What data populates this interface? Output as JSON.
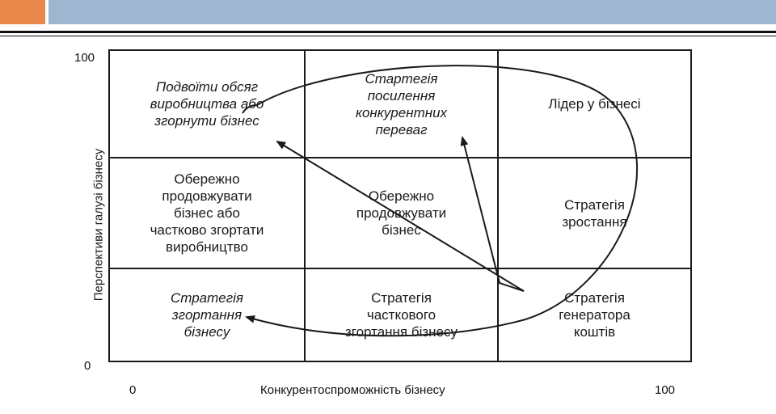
{
  "axes": {
    "y_title": "Перспективи галузі бізнесу",
    "x_title": "Конкурентоспроможність бізнесу",
    "y_max_label": "100",
    "y_min_label": "0",
    "x_min_label": "0",
    "x_max_label": "100"
  },
  "cells": {
    "r1c1": "Подвоїти обсяг\nвиробництва або\nзгорнути бізнес",
    "r1c2": "Стартегія\nпосилення\nконкурентних\nпереваг",
    "r1c3": "Лідер у бізнесі",
    "r2c1": "Обережно\nпродовжувати\nбізнес або\nчастково згортати\nвиробництво",
    "r2c2": "Обережно\nпродовжувати\nбізнес",
    "r2c3": "Стратегія\nзростання",
    "r3c1": "Стратегія\nзгортання\nбізнесу",
    "r3c2": "Стратегія\nчасткового\nзгортання бізнесу",
    "r3c3": "Стратегія\nгенератора\nкоштів"
  },
  "colors": {
    "orange_accent": "#e8884a",
    "blue_header": "#9eb6d0",
    "line": "#1a1a1a"
  }
}
